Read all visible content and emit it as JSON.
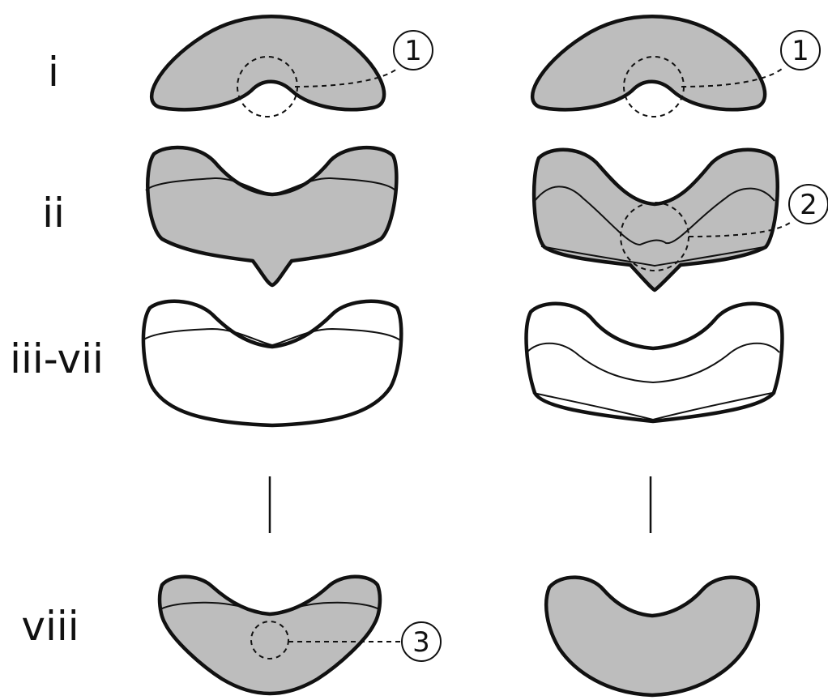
{
  "labels": {
    "row_i": "i",
    "row_ii": "ii",
    "row_iii_vii": "iii-vii",
    "row_viii": "viii"
  },
  "callouts": {
    "c1_left": "1",
    "c1_right": "1",
    "c2_right": "2",
    "c3_left": "3"
  },
  "colors": {
    "sclerotized_fill": "#bdbdbd",
    "membrane_fill": "#ffffff",
    "outline": "#111111"
  }
}
